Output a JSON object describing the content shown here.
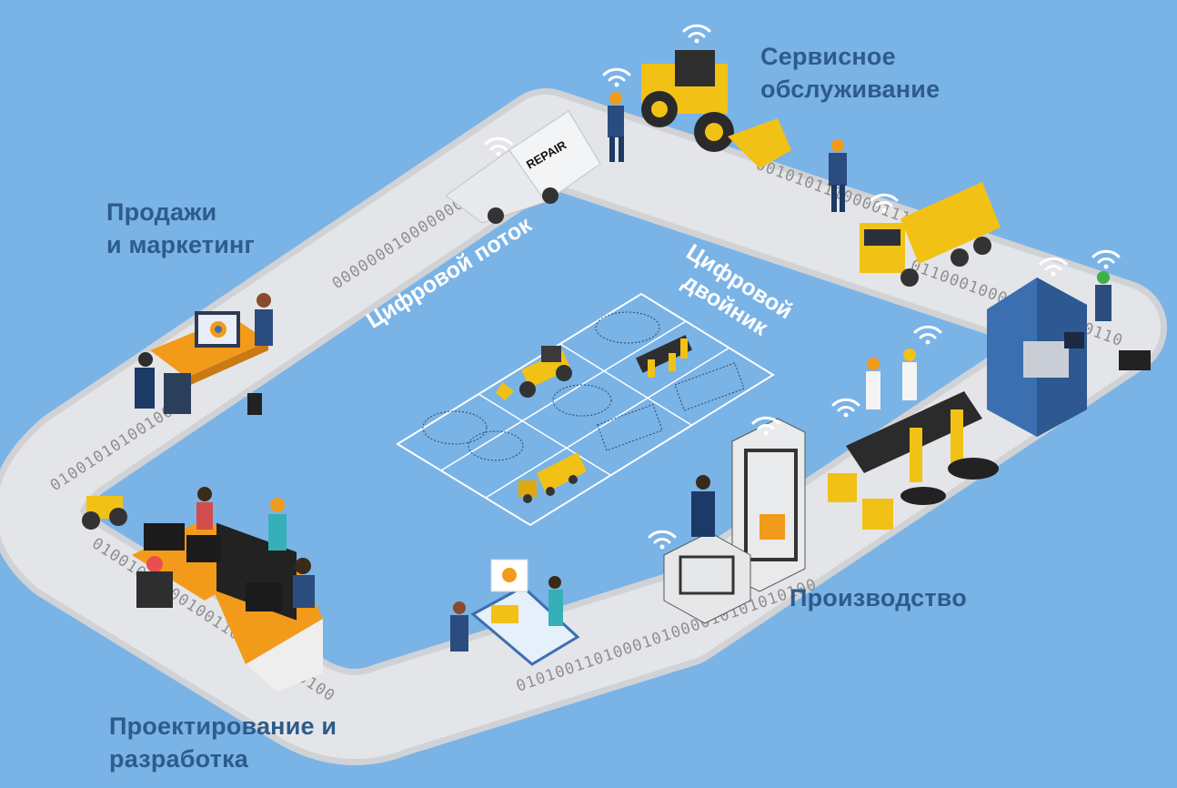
{
  "labels": {
    "service": [
      "Сервисное",
      "обслуживание"
    ],
    "sales": [
      "Продажи",
      "и маркетинг"
    ],
    "production": "Производство",
    "design": [
      "Проектирование и",
      "разработка"
    ]
  },
  "center": {
    "digital_flow": "Цифровой поток",
    "digital_twin": [
      "Цифровой",
      "двойник"
    ]
  },
  "track_bits": [
    "0000000100000001010101100",
    "0010101110000111",
    "0101001101000101000010101010100",
    "01001010100100",
    "0100100010010011001100010100",
    "0110001000101111110110"
  ],
  "van_text": "REPAIR",
  "colors": {
    "background": "#7ab3e6",
    "road": "#e3e3e3",
    "label": "#2d5b8c",
    "machinery_yellow": "#f2c116",
    "desk_orange": "#f29a1a",
    "machine_blue": "#3b6fb0"
  }
}
